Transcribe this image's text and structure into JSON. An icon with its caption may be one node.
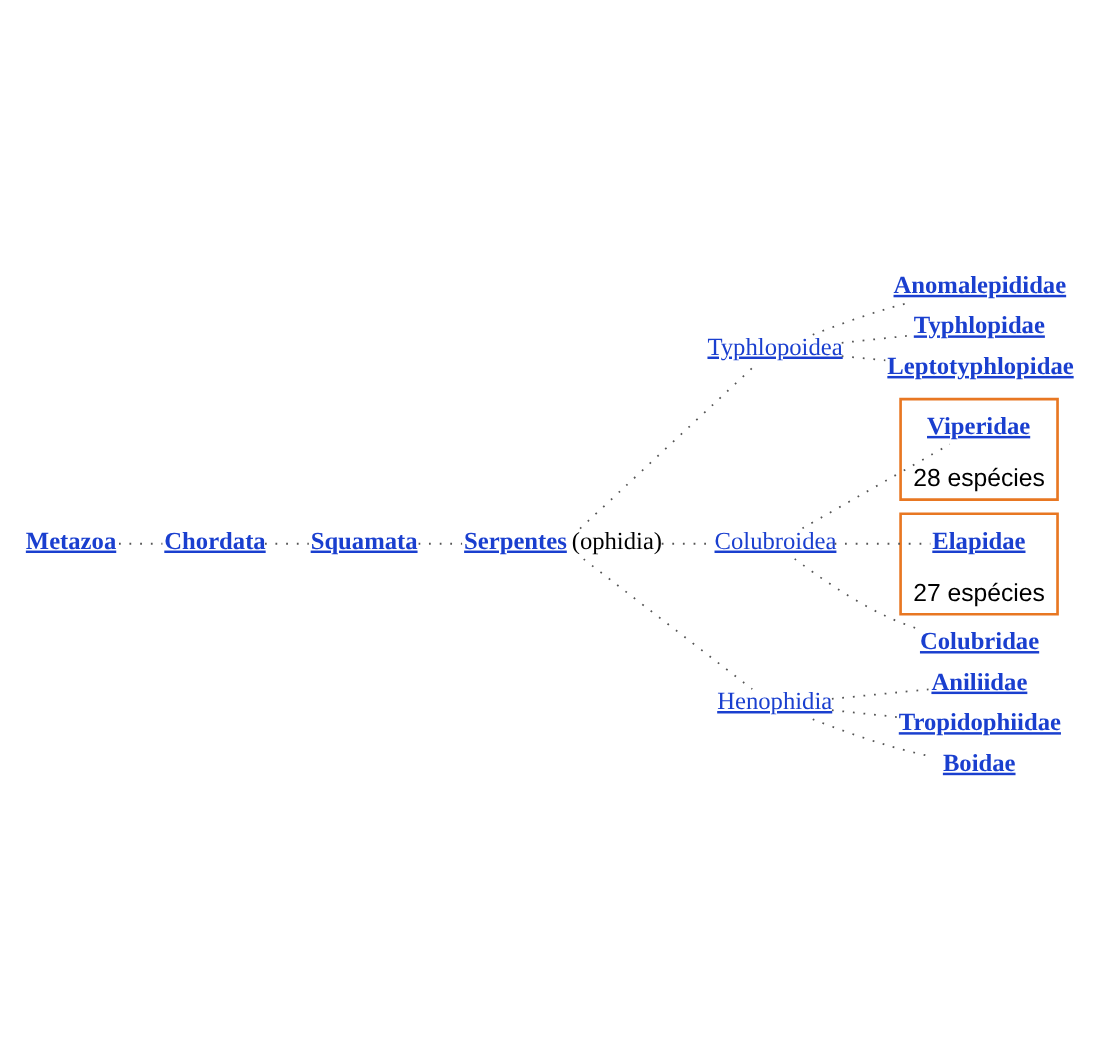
{
  "diagram": {
    "nodes": [
      {
        "text": [
          "Metazoa"
        ]
      },
      {
        "text": [
          "Chordata"
        ]
      },
      {
        "text": [
          "Squamata"
        ]
      },
      {
        "text": [
          "Serpentes"
        ],
        "beside": [
          "(ophidia)"
        ]
      },
      {
        "text": [
          "Typhlopoidea"
        ]
      },
      {
        "text": [
          "Anomalepididae"
        ]
      },
      {
        "text": [
          "Typhlopidae"
        ]
      },
      {
        "text": [
          "Leptotyphlopidae"
        ]
      },
      {
        "text": [
          "Colubroidea"
        ]
      },
      {
        "text": [
          "28 espécies"
        ]
      },
      {
        "text": [
          "Viperidae"
        ],
        "in": 9
      },
      {
        "text": [
          "27 espécies"
        ]
      },
      {
        "text": [
          "Elapidae"
        ],
        "in": 11
      },
      {
        "text": [
          "Colubridae"
        ]
      },
      {
        "text": [
          "Henophidia"
        ]
      },
      {
        "text": [
          "Aniliidae"
        ]
      },
      {
        "text": [
          "Tropidophiidae"
        ]
      },
      {
        "text": [
          "Boidae"
        ]
      }
    ],
    "edges": [
      {
        "from": 0,
        "to": 1,
        "arrow": "none"
      },
      {
        "from": 1,
        "to": 2,
        "arrow": "none"
      },
      {
        "from": 2,
        "to": 3,
        "arrow": "none"
      },
      {
        "from": 3,
        "to": 4,
        "arrow": "none"
      },
      {
        "from": 4,
        "to": 5,
        "arrow": "none"
      },
      {
        "from": 4,
        "to": 6,
        "arrow": "none"
      },
      {
        "from": 4,
        "to": 7,
        "arrow": "none"
      },
      {
        "from": 3,
        "to": 8,
        "arrow": "none"
      },
      {
        "from": 8,
        "to": 10,
        "arrow": "none"
      },
      {
        "from": 8,
        "to": 12,
        "arrow": "none"
      },
      {
        "from": 8,
        "to": 13,
        "arrow": "none"
      },
      {
        "from": 3,
        "to": 14,
        "arrow": "none"
      },
      {
        "from": 14,
        "to": 15,
        "arrow": "none"
      },
      {
        "from": 14,
        "to": 16,
        "arrow": "none"
      },
      {
        "from": 14,
        "to": 17,
        "arrow": "none"
      }
    ]
  }
}
